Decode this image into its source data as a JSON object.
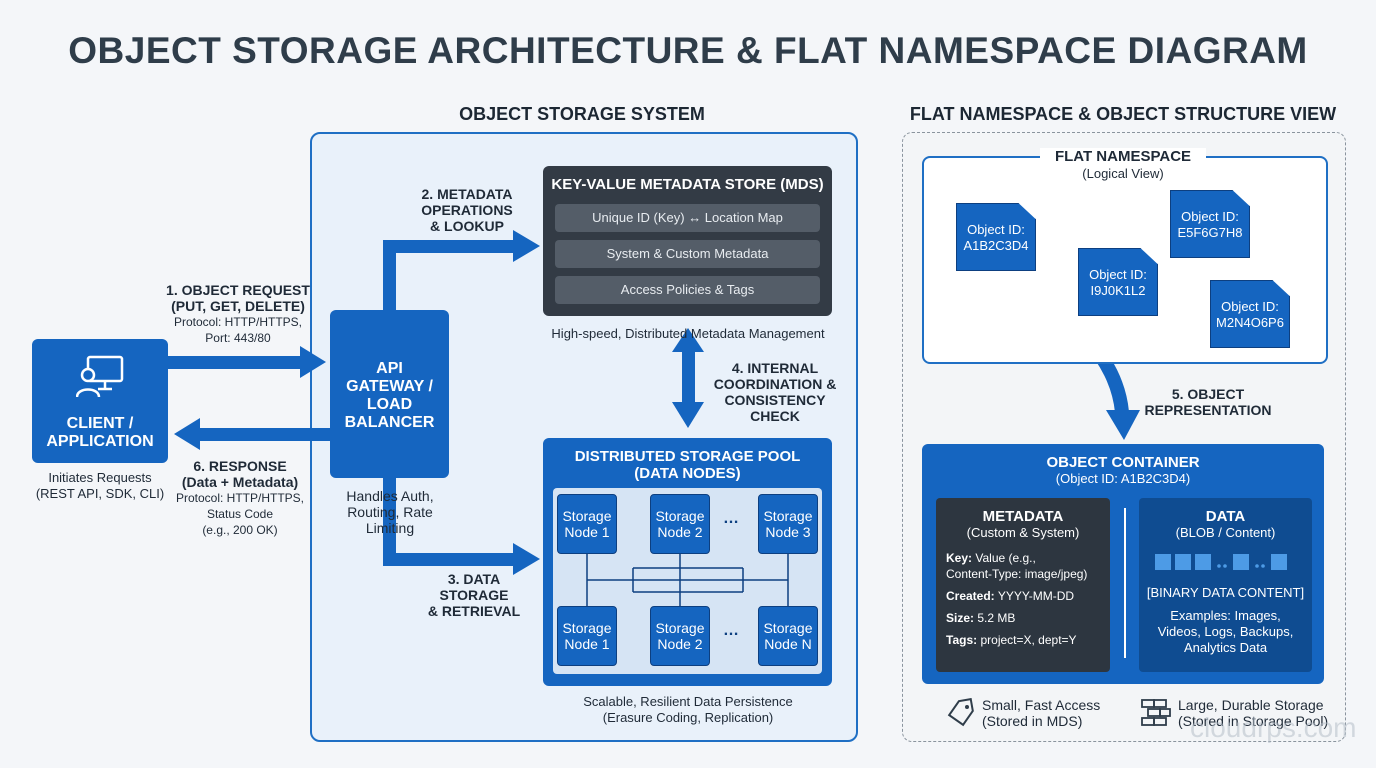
{
  "title": "OBJECT STORAGE ARCHITECTURE & FLAT NAMESPACE DIAGRAM",
  "sections": {
    "system_title": "OBJECT STORAGE SYSTEM",
    "flat_view_title": "FLAT NAMESPACE & OBJECT STRUCTURE VIEW"
  },
  "client": {
    "label_line1": "CLIENT /",
    "label_line2": "APPLICATION",
    "caption_line1": "Initiates Requests",
    "caption_line2": "(REST API, SDK, CLI)"
  },
  "api": {
    "label_line1": "API",
    "label_line2": "GATEWAY /",
    "label_line3": "LOAD",
    "label_line4": "BALANCER",
    "caption_line1": "Handles Auth,",
    "caption_line2": "Routing, Rate",
    "caption_line3": "Limiting"
  },
  "steps": {
    "s1_line1": "1. OBJECT REQUEST",
    "s1_line2": "(PUT, GET, DELETE)",
    "s1_detail1": "Protocol: HTTP/HTTPS,",
    "s1_detail2": "Port: 443/80",
    "s2_line1": "2. METADATA",
    "s2_line2": "OPERATIONS",
    "s2_line3": "& LOOKUP",
    "s3_line1": "3. DATA",
    "s3_line2": "STORAGE",
    "s3_line3": "& RETRIEVAL",
    "s4_line1": "4. INTERNAL",
    "s4_line2": "COORDINATION &",
    "s4_line3": "CONSISTENCY CHECK",
    "s5_line1": "5. OBJECT",
    "s5_line2": "REPRESENTATION",
    "s6_line1": "6. RESPONSE",
    "s6_line2": "(Data + Metadata)",
    "s6_detail1": "Protocol: HTTP/HTTPS,",
    "s6_detail2": "Status Code",
    "s6_detail3": "(e.g., 200 OK)"
  },
  "mds": {
    "title": "KEY-VALUE METADATA STORE (MDS)",
    "rows": [
      "Unique ID (Key) ↔ Location Map",
      "System & Custom Metadata",
      "Access Policies & Tags"
    ],
    "caption": "High-speed, Distributed Metadata Management"
  },
  "pool": {
    "title_line1": "DISTRIBUTED STORAGE POOL",
    "title_line2": "(DATA NODES)",
    "nodes_top": [
      {
        "l1": "Storage",
        "l2": "Node 1"
      },
      {
        "l1": "Storage",
        "l2": "Node 2"
      },
      {
        "l1": "Storage",
        "l2": "Node 3"
      }
    ],
    "nodes_bottom": [
      {
        "l1": "Storage",
        "l2": "Node 1"
      },
      {
        "l1": "Storage",
        "l2": "Node 2"
      },
      {
        "l1": "Storage",
        "l2": "Node N"
      }
    ],
    "ellipsis": "…",
    "caption_line1": "Scalable, Resilient Data Persistence",
    "caption_line2": "(Erasure Coding, Replication)"
  },
  "flat": {
    "title": "FLAT NAMESPACE",
    "subtitle": "(Logical View)",
    "objects": [
      {
        "l1": "Object ID:",
        "l2": "A1B2C3D4"
      },
      {
        "l1": "Object ID:",
        "l2": "E5F6G7H8"
      },
      {
        "l1": "Object ID:",
        "l2": "I9J0K1L2"
      },
      {
        "l1": "Object ID:",
        "l2": "M2N4O6P6"
      }
    ]
  },
  "container": {
    "title": "OBJECT CONTAINER",
    "subtitle": "(Object ID: A1B2C3D4)",
    "meta_title": "METADATA",
    "meta_sub": "(Custom & System)",
    "meta_key_label": "Key:",
    "meta_key_value1": "Value (e.g.,",
    "meta_key_value2": "Content-Type: image/jpeg)",
    "meta_created_label": "Created:",
    "meta_created_value": "YYYY-MM-DD",
    "meta_size_label": "Size:",
    "meta_size_value": "5.2 MB",
    "meta_tags_label": "Tags:",
    "meta_tags_value": "project=X, dept=Y",
    "data_title": "DATA",
    "data_sub": "(BLOB / Content)",
    "data_binary": "[BINARY DATA CONTENT]",
    "data_ex1": "Examples: Images,",
    "data_ex2": "Videos, Logs, Backups,",
    "data_ex3": "Analytics Data"
  },
  "legend": {
    "small_line1": "Small, Fast Access",
    "small_line2": "(Stored in MDS)",
    "large_line1": "Large, Durable Storage",
    "large_line2": "(Stored in Storage Pool)"
  },
  "watermark": "cloudrps.com",
  "colors": {
    "primary": "#1565c0",
    "dark": "#333b45",
    "accent_light": "#7ab4e6"
  }
}
